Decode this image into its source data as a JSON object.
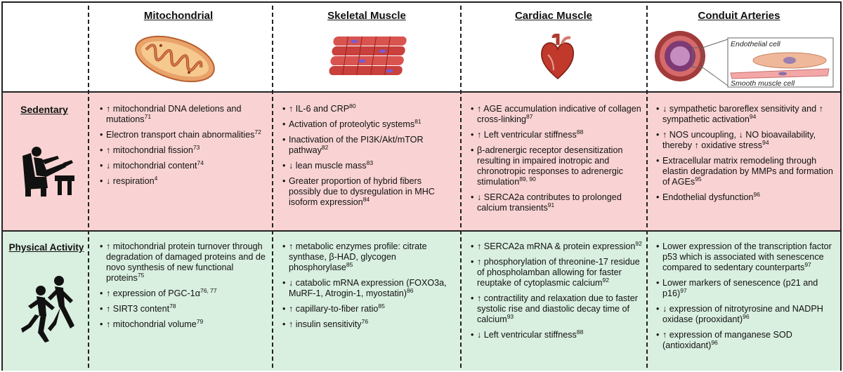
{
  "columns": [
    "Mitochondrial",
    "Skeletal Muscle",
    "Cardiac Muscle",
    "Conduit Arteries"
  ],
  "rows": [
    "Sedentary",
    "Physical Activity"
  ],
  "artery_labels": {
    "endothelial": "Endothelial cell",
    "smooth": "Smooth muscle cell"
  },
  "colors": {
    "sedentary_bg": "#f9d3d3",
    "activity_bg": "#d9efe0"
  },
  "icons": [
    "mitochondrion-icon",
    "skeletal-muscle-icon",
    "heart-icon",
    "artery-icon",
    "sedentary-person-icon",
    "runners-icon"
  ],
  "cells": {
    "sedentary": {
      "mitochondrial": [
        {
          "text": "↑ mitochondrial DNA deletions and mutations",
          "ref": "71"
        },
        {
          "text": "Electron transport chain abnormalities",
          "ref": "72"
        },
        {
          "text": "↑ mitochondrial fission",
          "ref": "73"
        },
        {
          "text": "↓ mitochondrial content",
          "ref": "74"
        },
        {
          "text": "↓ respiration",
          "ref": "4"
        }
      ],
      "skeletal": [
        {
          "text": "↑ IL-6 and CRP",
          "ref": "80"
        },
        {
          "text": "Activation of proteolytic systems",
          "ref": "81"
        },
        {
          "text": "Inactivation of the PI3K/Akt/mTOR pathway",
          "ref": "82"
        },
        {
          "text": "↓ lean muscle mass",
          "ref": "83"
        },
        {
          "text": "Greater proportion of hybrid fibers possibly due to dysregulation in MHC isoform expression",
          "ref": "84"
        }
      ],
      "cardiac": [
        {
          "text": "↑ AGE accumulation indicative of collagen cross-linking",
          "ref": "87"
        },
        {
          "text": "↑ Left ventricular stiffness",
          "ref": "88"
        },
        {
          "text": "β-adrenergic receptor desensitization resulting in impaired inotropic and chronotropic responses to adrenergic stimulation",
          "ref": "89, 90"
        },
        {
          "text": "↓ SERCA2a contributes to prolonged calcium transients",
          "ref": "91"
        }
      ],
      "arteries": [
        {
          "text": "↓ sympathetic baroreflex sensitivity and ↑ sympathetic activation",
          "ref": "94"
        },
        {
          "text": "↑ NOS uncoupling, ↓ NO bioavailability, thereby ↑ oxidative stress",
          "ref": "94"
        },
        {
          "text": "Extracellular matrix remodeling through elastin degradation by MMPs and formation of AGEs",
          "ref": "95"
        },
        {
          "text": "Endothelial dysfunction",
          "ref": "96"
        }
      ]
    },
    "activity": {
      "mitochondrial": [
        {
          "text": "↑ mitochondrial protein turnover through degradation of damaged proteins and de novo synthesis of new functional proteins",
          "ref": "75"
        },
        {
          "text": "↑ expression of PGC-1α",
          "ref": "76, 77"
        },
        {
          "text": "↑ SIRT3 content",
          "ref": "78"
        },
        {
          "text": "↑ mitochondrial volume",
          "ref": "79"
        }
      ],
      "skeletal": [
        {
          "text": "↑ metabolic enzymes profile: citrate synthase, β-HAD, glycogen phosphorylase",
          "ref": "85"
        },
        {
          "text": "↓ catabolic mRNA expression (FOXO3a, MuRF-1, Atrogin-1, myostatin)",
          "ref": "86"
        },
        {
          "text": "↑ capillary-to-fiber ratio",
          "ref": "85"
        },
        {
          "text": "↑ insulin sensitivity",
          "ref": "76"
        }
      ],
      "cardiac": [
        {
          "text": "↑ SERCA2a mRNA & protein expression",
          "ref": "92"
        },
        {
          "text": "↑ phosphorylation of threonine-17 residue of phospholamban allowing for faster reuptake of cytoplasmic calcium",
          "ref": "92"
        },
        {
          "text": "↑ contractility and relaxation due to faster systolic rise and diastolic decay time of calcium",
          "ref": "93"
        },
        {
          "text": "↓ Left ventricular stiffness",
          "ref": "88"
        }
      ],
      "arteries": [
        {
          "text": "Lower expression of the transcription factor p53 which is associated with senescence compared to sedentary counterparts",
          "ref": "97"
        },
        {
          "text": "Lower markers of senescence (p21 and p16)",
          "ref": "97"
        },
        {
          "text": "↓ expression of nitrotyrosine and NADPH oxidase (prooxidant)",
          "ref": "96"
        },
        {
          "text": "↑ expression of manganese SOD (antioxidant)",
          "ref": "96"
        }
      ]
    }
  }
}
